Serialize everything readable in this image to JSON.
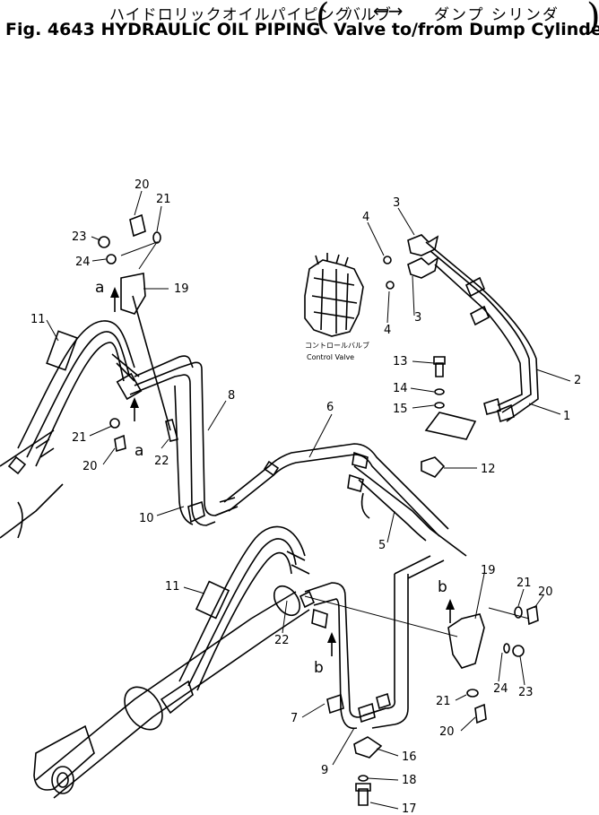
{
  "title": {
    "jp_left": "ハイドロリックオイルパイピング",
    "jp_right": "ダンプ シリンダ",
    "jp_valve": "バルブ",
    "arrows": "←→",
    "fig": "Fig. 4643",
    "name": "HYDRAULIC OIL PIPING",
    "sub": "Valve to/from Dump Cylinder"
  },
  "valve_label": {
    "jp": "コントロールバルブ",
    "en": "Control Valve"
  },
  "callouts": [
    "20",
    "21",
    "23",
    "24",
    "19",
    "a",
    "11",
    "21",
    "20",
    "a",
    "22",
    "8",
    "10",
    "6",
    "3",
    "4",
    "4",
    "3",
    "2",
    "1",
    "13",
    "14",
    "15",
    "12",
    "5",
    "11",
    "22",
    "b",
    "19",
    "21",
    "20",
    "24",
    "23",
    "b",
    "7",
    "9",
    "21",
    "20",
    "16",
    "18",
    "17"
  ]
}
